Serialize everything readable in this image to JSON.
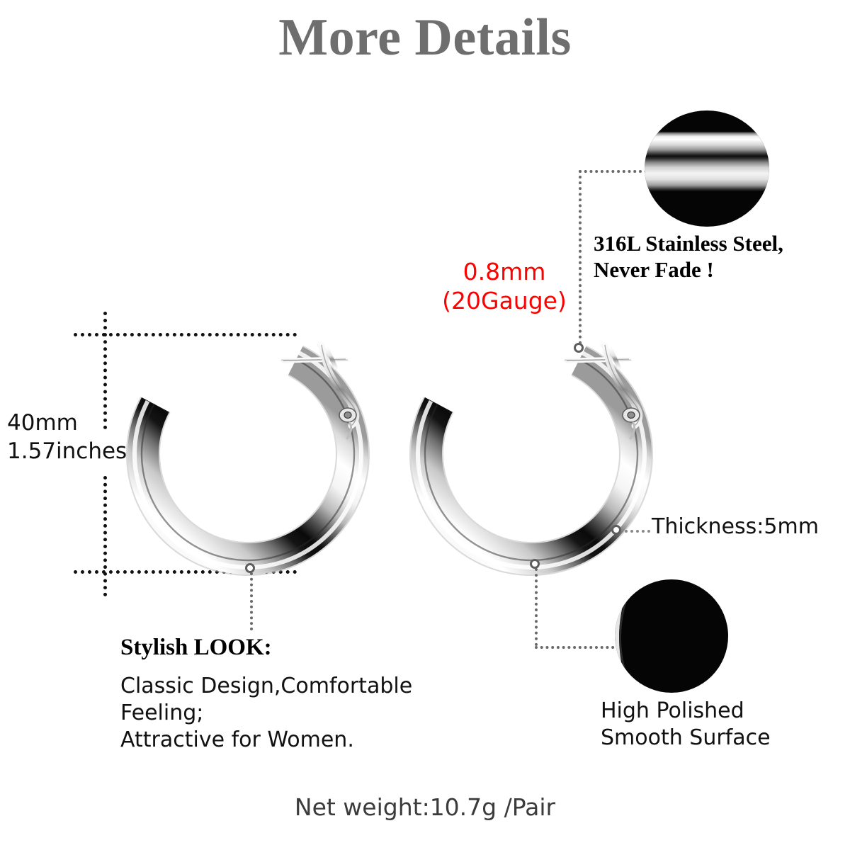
{
  "header": {
    "title": "More Details"
  },
  "callouts": {
    "gauge": {
      "line1": "0.8mm",
      "line2": "(20Gauge)",
      "color": "#fe0000"
    },
    "steel": {
      "line1": "316L Stainless Steel,",
      "line2": "Never Fade !",
      "photo_name": "stainless-tube-closeup"
    },
    "size": {
      "line1": "40mm",
      "line2": "1.57inches"
    },
    "thickness": {
      "text": "Thickness:5mm"
    },
    "stylish": {
      "title": "Stylish LOOK:",
      "line1": "Classic Design,Comfortable Feeling;",
      "line2": "Attractive for Women."
    },
    "polished": {
      "line1": "High Polished",
      "line2": "Smooth Surface",
      "photo_name": "polished-surface-closeup"
    }
  },
  "footer": {
    "net_weight": "Net weight:10.7g /Pair"
  },
  "product": {
    "name": "stainless-steel-hoop-earring",
    "count": 2
  },
  "colors": {
    "title_gray": "#6e6e6e",
    "accent_red": "#fe0000",
    "leader_gray": "#6a6a6a",
    "text_black": "#111111",
    "photo_bg": "#050505"
  }
}
